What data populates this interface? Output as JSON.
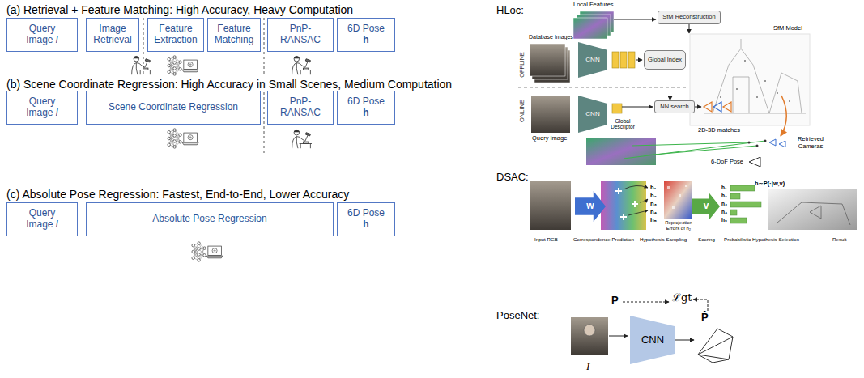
{
  "diagram": {
    "nodes": [
      {
        "text": [
          "Query Image",
          "I"
        ]
      },
      {
        "text": [
          "Image Retrieval"
        ]
      },
      {
        "text": [
          "Feature Extraction"
        ]
      },
      {
        "text": [
          "Feature Matching"
        ]
      },
      {
        "text": [
          "PnP-RANSAC"
        ]
      },
      {
        "text": [
          "6D Pose",
          "h"
        ]
      },
      {
        "text": [
          "Query Image",
          "I"
        ]
      },
      {
        "text": [
          "Scene Coordinate Regression"
        ]
      },
      {
        "text": [
          "PnP-RANSAC"
        ]
      },
      {
        "text": [
          "6D Pose",
          "h"
        ]
      },
      {
        "text": [
          "Query Image",
          "I"
        ]
      },
      {
        "text": [
          "Absolute Pose Regression"
        ]
      },
      {
        "text": [
          "6D Pose",
          "h"
        ]
      },
      {
        "text": [
          "SfM Reconstruction"
        ]
      },
      {
        "text": [
          "CNN"
        ]
      },
      {
        "text": [
          "Global Index"
        ]
      },
      {
        "text": [
          "CNN"
        ]
      },
      {
        "text": [
          "NN search"
        ]
      },
      {
        "text": [
          "w"
        ]
      },
      {
        "text": [
          "v"
        ]
      },
      {
        "text": [
          "CNN"
        ]
      }
    ],
    "edges": [
      {
        "from": 15,
        "to": 17,
        "arrow": "to"
      }
    ],
    "labels": [
      "(a) Retrieval + Feature Matching: High Accuracy, Heavy Computation",
      "(b) Scene Coordinate Regression: High Accuracy in Small Scenes, Medium Computation",
      "(c) Absolute Pose Regression: Fastest, End-to-End, Lower Accuracy",
      "HLoc:",
      "Local Features",
      "SfM Model",
      "Database Images",
      "OFFLINE",
      "ONLINE",
      "Global Descriptor",
      "Query Image",
      "2D-3D matches",
      "Retrieved Cameras",
      "6-DoF Pose",
      "DSAC:",
      "h₁",
      "h₂",
      "h₃",
      "h₄",
      "h₅",
      "Reprojection Errors of h₂",
      "h₁",
      "h₂",
      "h₃",
      "h₄",
      "h₅",
      "h∼P(·|w,v)",
      "Input RGB",
      "Correspondence Prediction",
      "Hypothesis Sampling",
      "Scoring",
      "Probabilistic Hypothesis Selection",
      "Result",
      "PoseNet:",
      "P",
      "ℒgt",
      "P̂",
      "I"
    ]
  }
}
